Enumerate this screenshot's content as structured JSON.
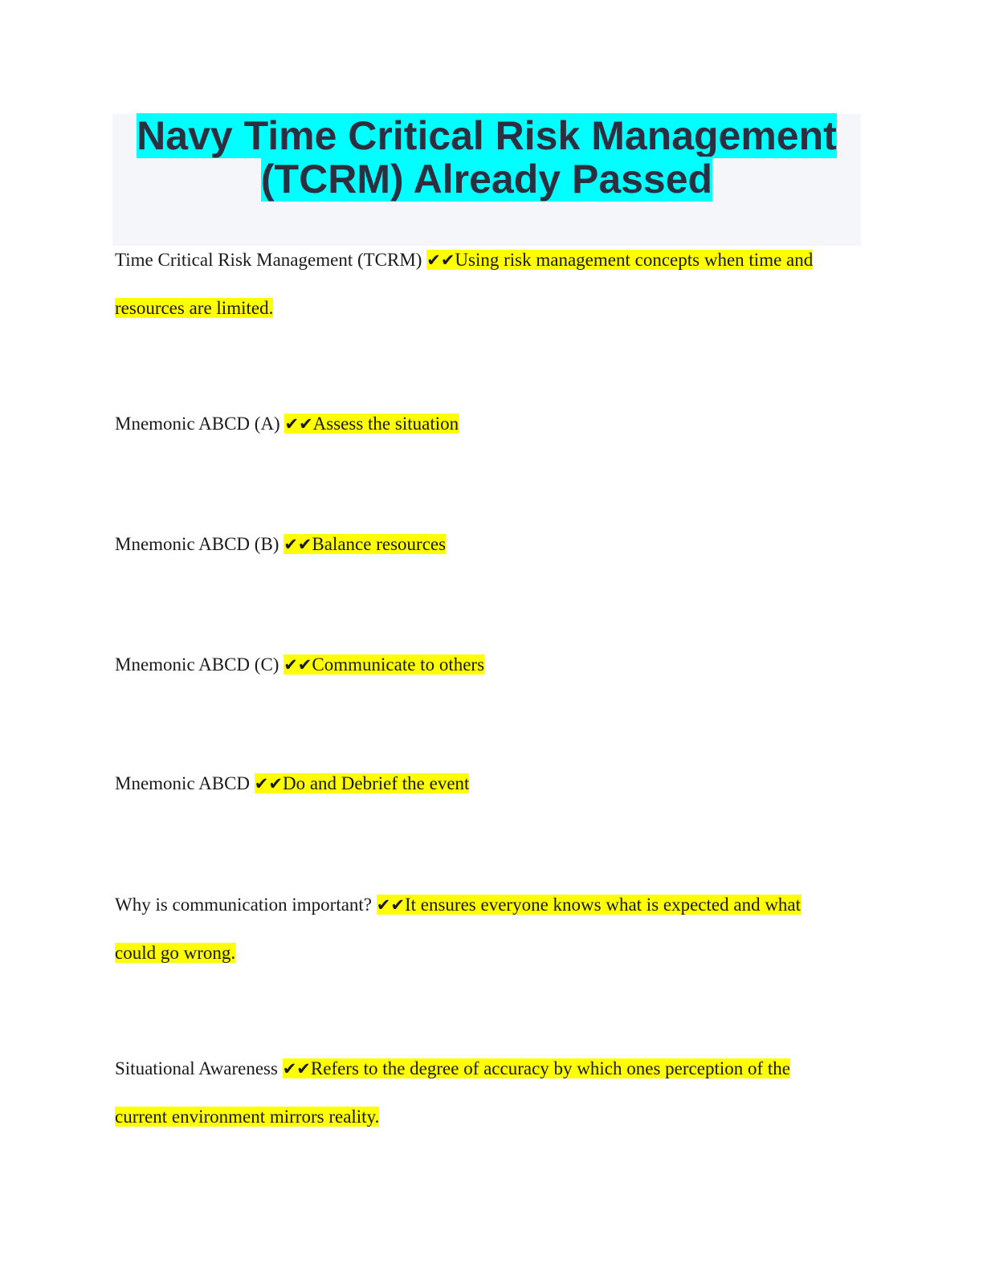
{
  "document": {
    "title_line1": "Navy Time Critical Risk Management",
    "title_line2": "(TCRM) Already Passed",
    "check_mark": "✔✔",
    "items": [
      {
        "term": "Time Critical Risk Management (TCRM) ",
        "answer": "Using risk management concepts when time and resources are limited."
      },
      {
        "term": "Mnemonic ABCD (A) ",
        "answer": "Assess the situation"
      },
      {
        "term": "Mnemonic ABCD (B) ",
        "answer": "Balance resources"
      },
      {
        "term": "Mnemonic ABCD (C) ",
        "answer": "Communicate to others"
      },
      {
        "term": "Mnemonic ABCD ",
        "answer": "Do and Debrief the event"
      },
      {
        "term": "Why is communication important? ",
        "answer": "It ensures everyone knows what is expected and what could go wrong."
      },
      {
        "term": "Situational Awareness ",
        "answer": "Refers to the degree of accuracy by which ones perception of the current environment mirrors reality."
      }
    ]
  },
  "colors": {
    "title_highlight": "#00ffff",
    "answer_highlight": "#ffff00",
    "title_block_bg": "#f5f6f9"
  }
}
